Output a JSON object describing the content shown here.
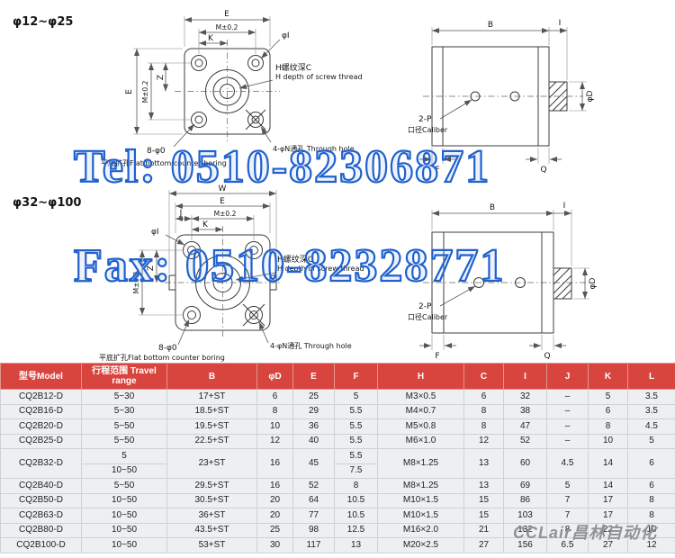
{
  "watermarks": {
    "tel": "Tel: 0510-82306871",
    "fax": "Fax: 0510-82328771",
    "logo": "CCLair昌林自动化",
    "accent_color": "#2061cf"
  },
  "section1": {
    "title": "φ12~φ25",
    "front": {
      "dim_e_top": "E",
      "dim_m_top": "M±0.2",
      "dim_k": "K",
      "hole_dia": "φI",
      "dim_e_left": "E",
      "dim_m_left": "M±0.2",
      "dim_z": "Z",
      "thread_cn": "H螺纹深C",
      "thread_en": "H depth of screw thread",
      "cbore": "8-φ0",
      "cbore_note": "平底扩孔Flat bottom counter boring",
      "through": "4-φN通孔 Through hole"
    },
    "side": {
      "dim_b": "B",
      "dim_i": "I",
      "rod_dia": "φD",
      "ports": "2-P",
      "caliber": "口径Caliber",
      "dim_f": "F",
      "dim_q": "Q"
    }
  },
  "section2": {
    "title": "φ32~φ100",
    "front": {
      "dim_w": "W",
      "dim_e_top": "E",
      "dim_j": "J",
      "dim_m_top": "M±0.2",
      "dim_k": "K",
      "hole_dia": "φI",
      "dim_m_left": "M±0.2",
      "dim_z": "Z",
      "thread_cn": "H螺纹深C",
      "thread_en": "H depth of screw thread",
      "cbore": "8-φ0",
      "cbore_note": "平底扩孔Flat bottom counter boring",
      "through": "4-φN通孔 Through hole"
    },
    "side": {
      "dim_b": "B",
      "dim_i": "I",
      "rod_dia": "φD",
      "ports": "2-P",
      "caliber": "口径Caliber",
      "dim_f": "F",
      "dim_q": "Q"
    }
  },
  "table": {
    "header_bg": "#d8453e",
    "headers": [
      "型号Model",
      "行程范围 Travel range",
      "B",
      "φD",
      "E",
      "F",
      "H",
      "C",
      "I",
      "J",
      "K",
      "L"
    ],
    "rows": [
      [
        "CQ2B12-D",
        "5~30",
        "17+ST",
        "6",
        "25",
        "5",
        "M3×0.5",
        "6",
        "32",
        "–",
        "5",
        "3.5"
      ],
      [
        "CQ2B16-D",
        "5~30",
        "18.5+ST",
        "8",
        "29",
        "5.5",
        "M4×0.7",
        "8",
        "38",
        "–",
        "6",
        "3.5"
      ],
      [
        "CQ2B20-D",
        "5~50",
        "19.5+ST",
        "10",
        "36",
        "5.5",
        "M5×0.8",
        "8",
        "47",
        "–",
        "8",
        "4.5"
      ],
      [
        "CQ2B25-D",
        "5~50",
        "22.5+ST",
        "12",
        "40",
        "5.5",
        "M6×1.0",
        "12",
        "52",
        "–",
        "10",
        "5"
      ],
      [
        {
          "t": "CQ2B32-D",
          "rs": 2
        },
        "5",
        {
          "t": "23+ST",
          "rs": 2
        },
        {
          "t": "16",
          "rs": 2
        },
        {
          "t": "45",
          "rs": 2
        },
        "5.5",
        {
          "t": "M8×1.25",
          "rs": 2
        },
        {
          "t": "13",
          "rs": 2
        },
        {
          "t": "60",
          "rs": 2
        },
        {
          "t": "4.5",
          "rs": 2
        },
        {
          "t": "14",
          "rs": 2
        },
        {
          "t": "6",
          "rs": 2
        }
      ],
      [
        "10~50",
        "7.5"
      ],
      [
        "CQ2B40-D",
        "5~50",
        "29.5+ST",
        "16",
        "52",
        "8",
        "M8×1.25",
        "13",
        "69",
        "5",
        "14",
        "6"
      ],
      [
        "CQ2B50-D",
        "10~50",
        "30.5+ST",
        "20",
        "64",
        "10.5",
        "M10×1.5",
        "15",
        "86",
        "7",
        "17",
        "8"
      ],
      [
        "CQ2B63-D",
        "10~50",
        "36+ST",
        "20",
        "77",
        "10.5",
        "M10×1.5",
        "15",
        "103",
        "7",
        "17",
        "8"
      ],
      [
        "CQ2B80-D",
        "10~50",
        "43.5+ST",
        "25",
        "98",
        "12.5",
        "M16×2.0",
        "21",
        "132",
        "8",
        "22",
        "10"
      ],
      [
        "CQ2B100-D",
        "10~50",
        "53+ST",
        "30",
        "117",
        "13",
        "M20×2.5",
        "27",
        "156",
        "6.5",
        "27",
        "12"
      ]
    ]
  }
}
